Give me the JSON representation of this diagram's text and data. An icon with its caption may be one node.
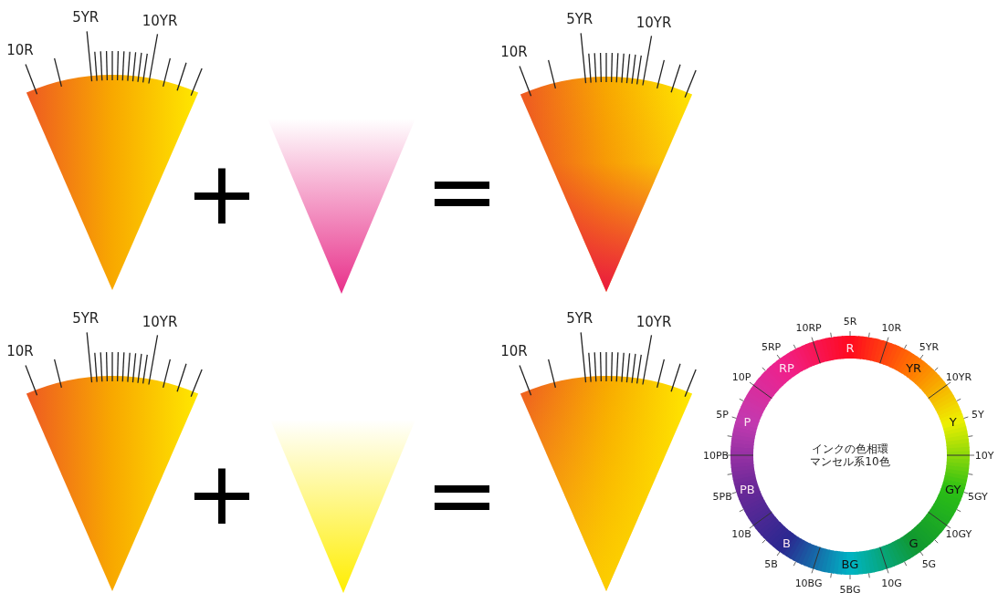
{
  "diagram": {
    "labels": [
      "10R",
      "5YR",
      "10YR",
      "+",
      "=",
      "10R",
      "5YR",
      "10YR",
      "10R",
      "5YR",
      "10YR",
      "+",
      "=",
      "10R",
      "5YR",
      "10YR",
      "10RP",
      "5R",
      "10R",
      "5YR",
      "10YR",
      "5Y",
      "10Y",
      "5GY",
      "10GY",
      "5G",
      "10G",
      "5BG",
      "10BG",
      "5B",
      "10B",
      "5PB",
      "10PB",
      "5P",
      "10P",
      "5RP",
      "R",
      "YR",
      "Y",
      "GY",
      "G",
      "BG",
      "B",
      "PB",
      "P",
      "RP",
      "インクの色相環マンセル系10色"
    ]
  }
}
